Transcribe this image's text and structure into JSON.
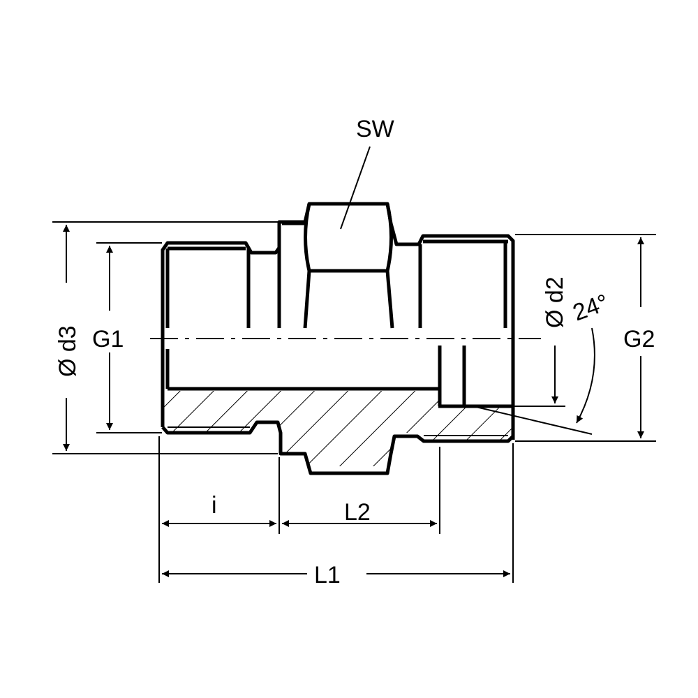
{
  "title": "Reducing adapter fitting – dimension drawing",
  "labels": {
    "sw": "SW",
    "d3": "Ø d3",
    "g1": "G1",
    "d2": "Ø d2",
    "angle": "24°",
    "g2": "G2",
    "i": "i",
    "l2": "L2",
    "l1": "L1"
  }
}
